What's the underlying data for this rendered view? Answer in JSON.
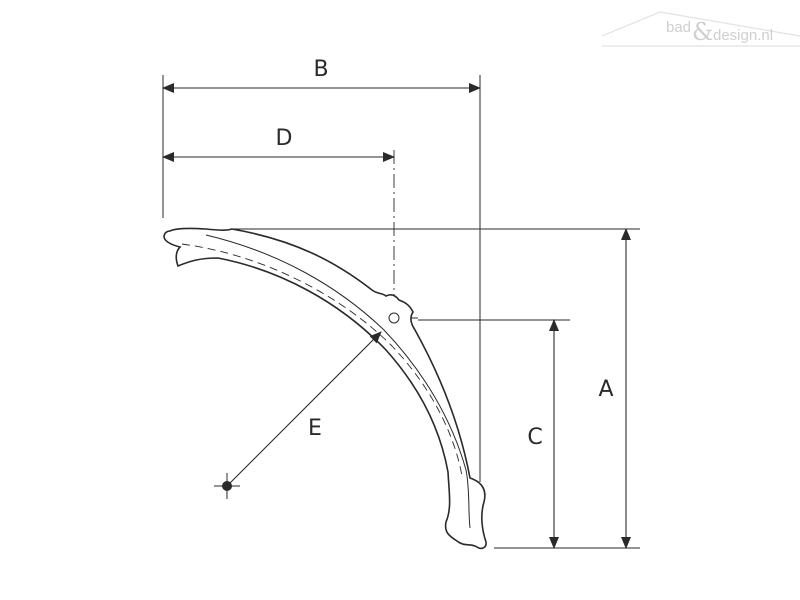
{
  "logo": {
    "text_left": "bad",
    "ampersand": "&",
    "text_right": "design.nl",
    "color": "#cfcfcf"
  },
  "dimensions": {
    "A": "A",
    "B": "B",
    "C": "C",
    "D": "D",
    "E": "E"
  },
  "colors": {
    "line": "#2a2a2a",
    "background": "#ffffff"
  }
}
